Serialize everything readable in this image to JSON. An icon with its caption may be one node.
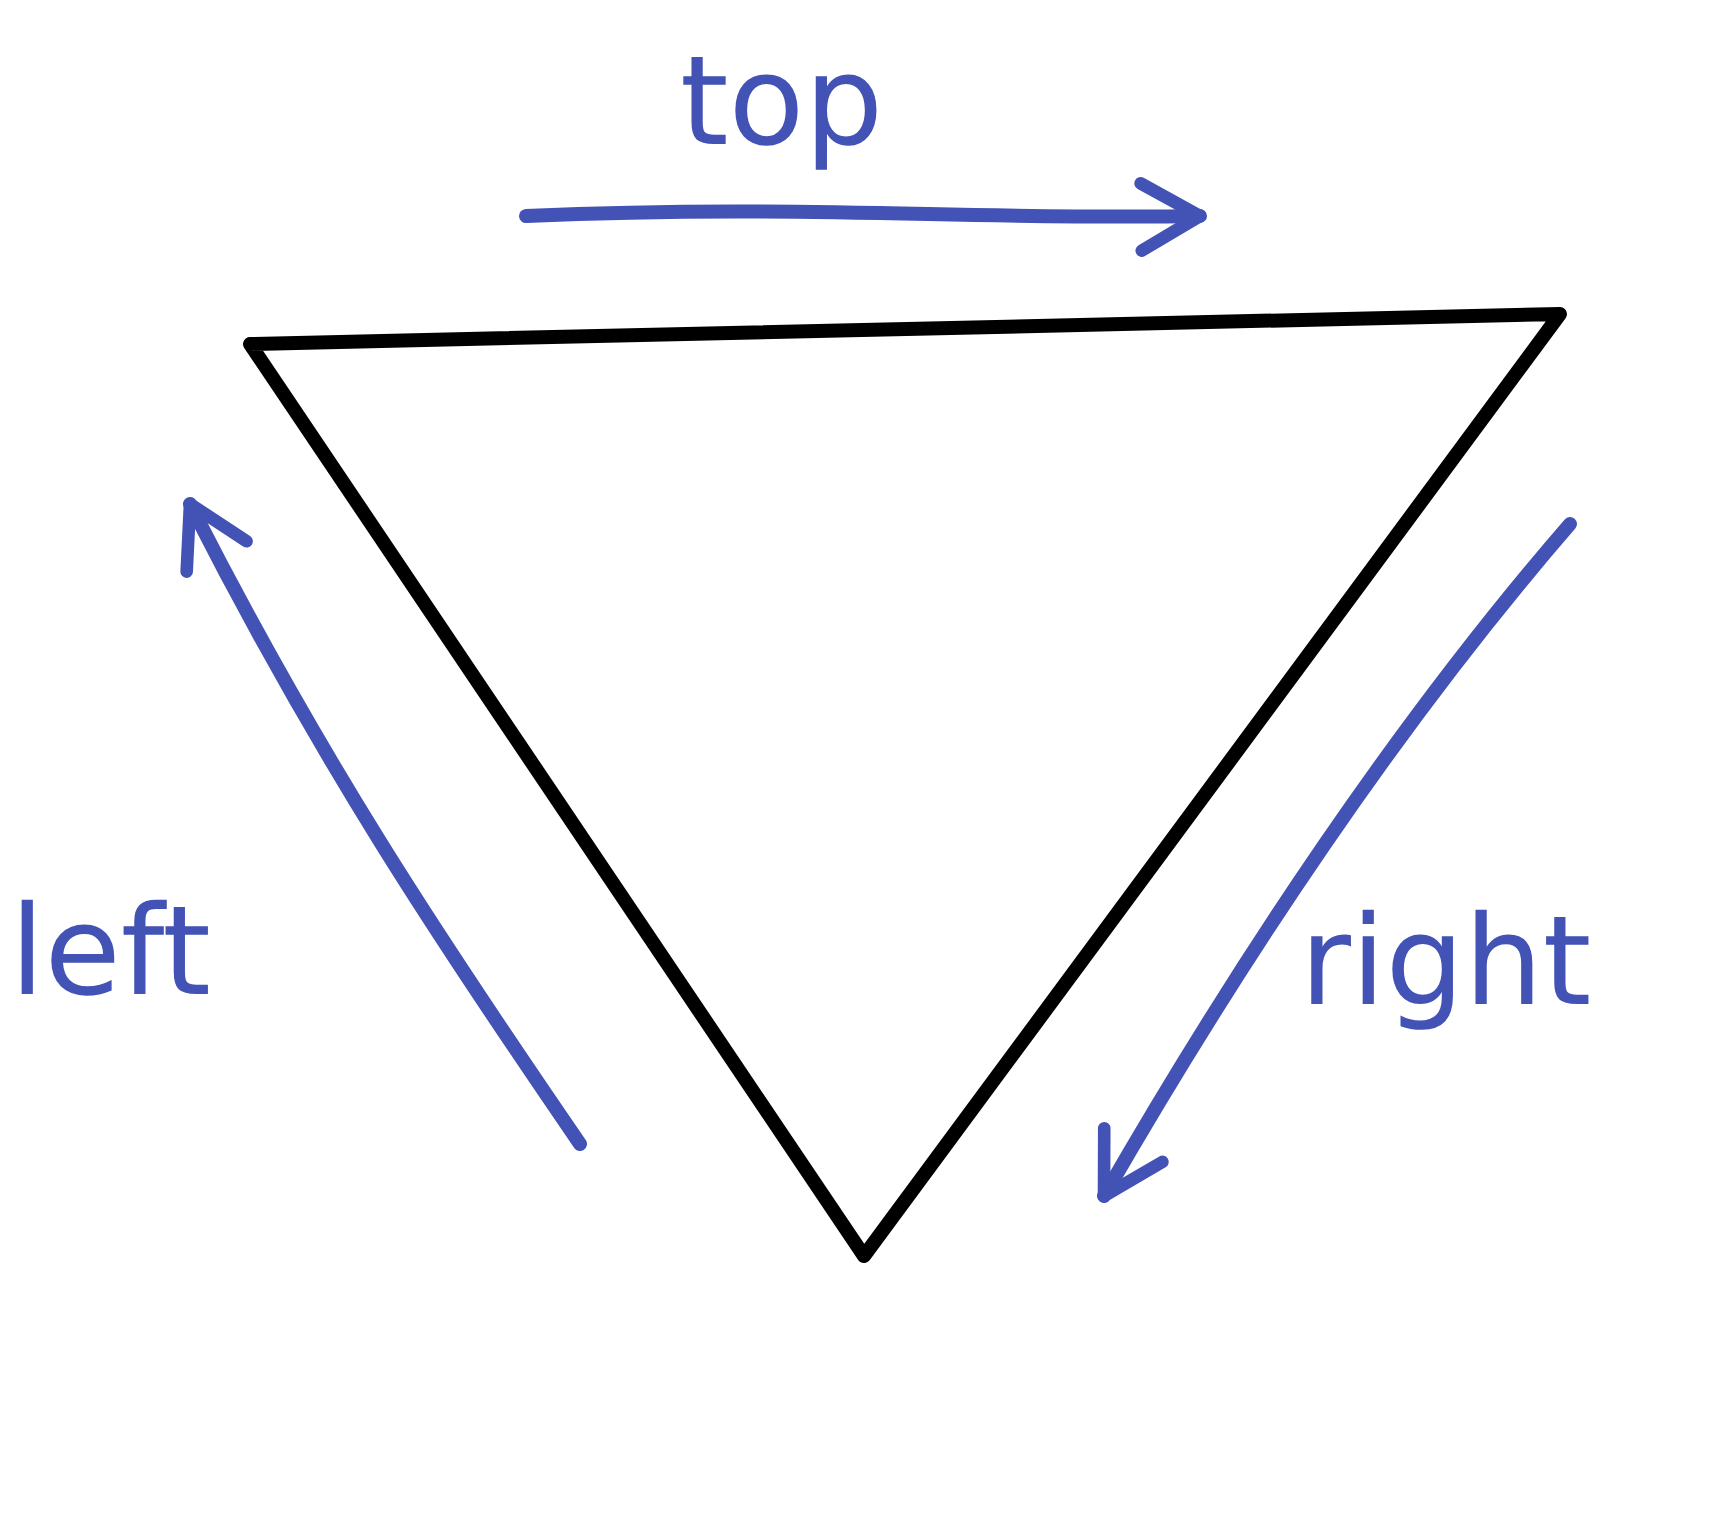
{
  "diagram": {
    "labels": [
      "top",
      "left",
      "right"
    ]
  }
}
